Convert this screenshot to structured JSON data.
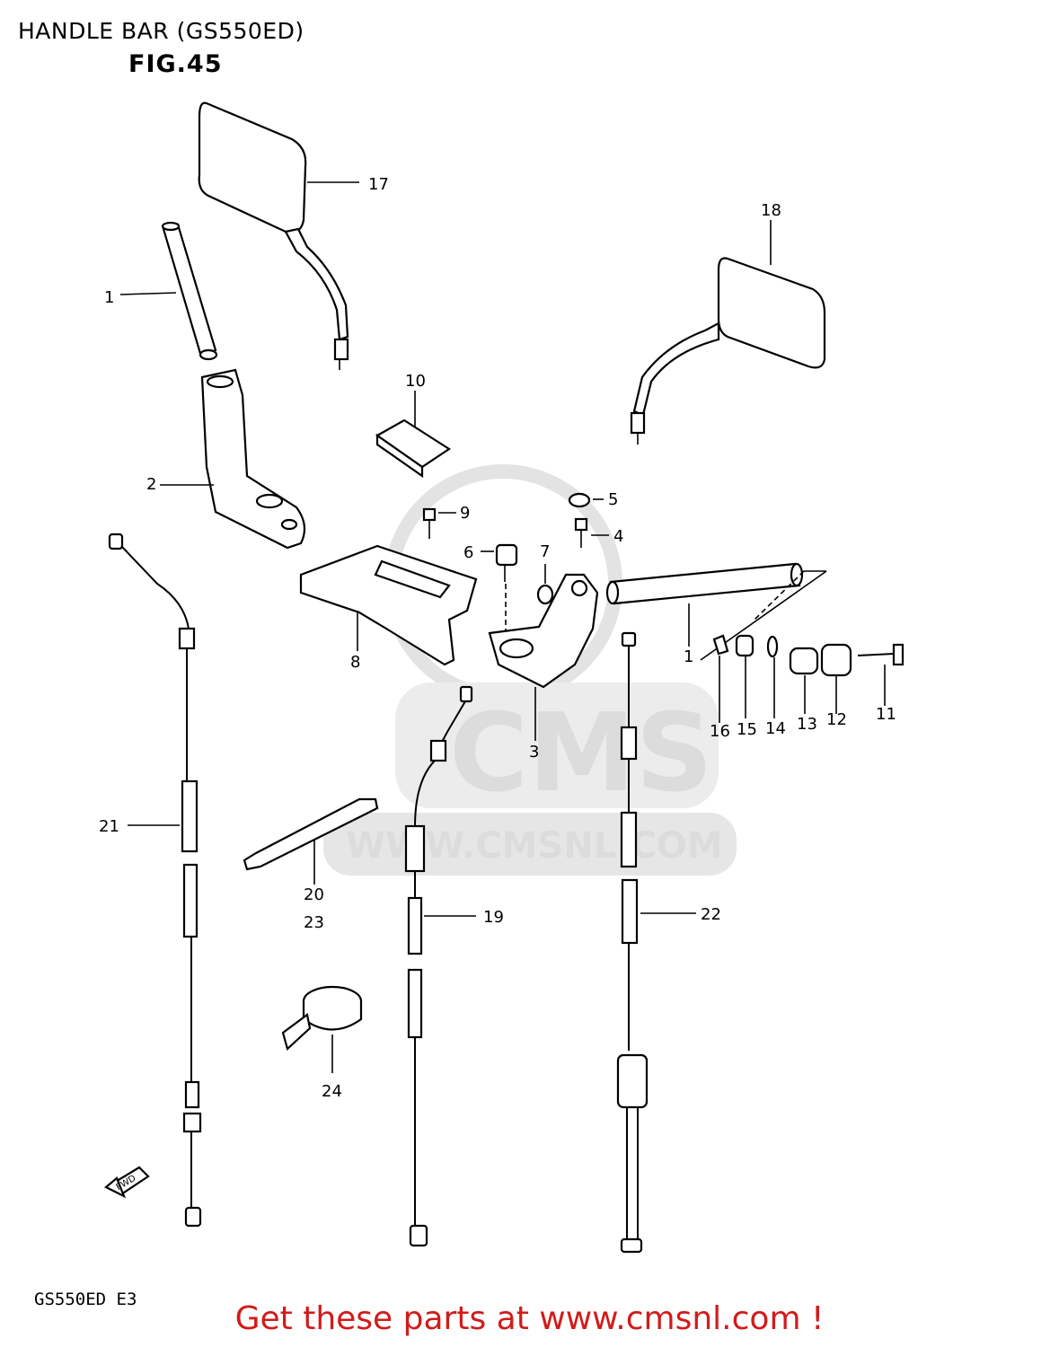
{
  "title": "HANDLE BAR (GS550ED)",
  "figure": "FIG.45",
  "model_code": "GS550ED E3",
  "footer": "Get these parts at www.cmsnl.com !",
  "watermark": {
    "logo": "CMS",
    "url": "WWW.CMSNL.COM"
  },
  "fwd_marker": "FWD",
  "colors": {
    "footer": "#d21b1b",
    "watermark": "#dcdcdc"
  },
  "labels": {
    "p1a": "1",
    "p1b": "1",
    "p2": "2",
    "p3": "3",
    "p4": "4",
    "p5": "5",
    "p6": "6",
    "p7": "7",
    "p8": "8",
    "p9": "9",
    "p10": "10",
    "p11": "11",
    "p12": "12",
    "p13": "13",
    "p14": "14",
    "p15": "15",
    "p16": "16",
    "p17": "17",
    "p18": "18",
    "p19": "19",
    "p20": "20",
    "p21": "21",
    "p22": "22",
    "p23": "23",
    "p24": "24"
  }
}
